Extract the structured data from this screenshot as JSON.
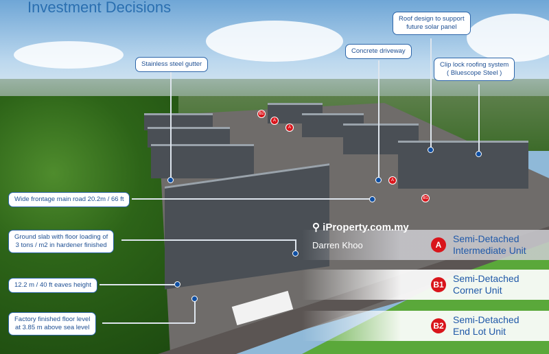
{
  "title": "Investment Decisions",
  "callouts": {
    "gutter": "Stainless steel gutter",
    "driveway": "Concrete driveway",
    "solar": [
      "Roof design to support",
      "future solar panel"
    ],
    "roofing": [
      "Clip lock roofing system",
      "( Bluescope Steel )"
    ],
    "frontage": "Wide frontage main road 20.2m / 66 ft",
    "slab": [
      "Ground slab with floor loading of",
      "3 tons / m2 in hardener finished"
    ],
    "eaves": "12.2 m / 40 ft eaves height",
    "floor": [
      "Factory finished floor level",
      "at 3.85 m above sea level"
    ]
  },
  "legend": [
    {
      "badge": "A",
      "lines": [
        "Semi-Detached",
        "Intermediate Unit"
      ]
    },
    {
      "badge": "B1",
      "lines": [
        "Semi-Detached",
        "Corner Unit"
      ]
    },
    {
      "badge": "B2",
      "lines": [
        "Semi-Detached",
        "End Lot Unit"
      ]
    }
  ],
  "watermark": {
    "site": "iProperty.com.my",
    "agent": "Darren Khoo"
  },
  "colors": {
    "accent": "#1f58a8",
    "badge": "#d9151b"
  }
}
